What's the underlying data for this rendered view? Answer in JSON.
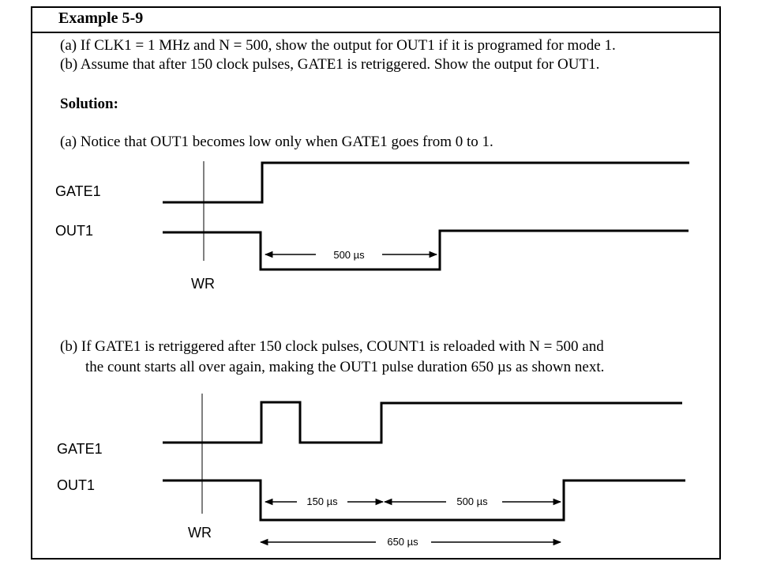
{
  "title": "Example 5-9",
  "problem": {
    "a": "(a)  If CLK1 = 1 MHz and N = 500, show the output for OUT1 if it is programed for mode 1.",
    "b": "(b)  Assume that after 150 clock pulses, GATE1 is retriggered. Show the output for OUT1."
  },
  "solution": {
    "heading": "Solution:",
    "a_text": "(a)  Notice that OUT1 becomes low only when GATE1 goes from 0 to 1.",
    "b_line1": "(b)  If GATE1 is retriggered after 150 clock pulses, COUNT1 is reloaded with N = 500 and",
    "b_line2": "the count starts all over again, making the OUT1 pulse duration 650 µs as shown next."
  },
  "diagram_a": {
    "gate_label": "GATE1",
    "out_label": "OUT1",
    "wr_label": "WR",
    "duration_label": "500 µs"
  },
  "diagram_b": {
    "gate_label": "GATE1",
    "out_label": "OUT1",
    "wr_label": "WR",
    "first_label": "150 µs",
    "second_label": "500 µs",
    "total_label": "650 µs"
  }
}
